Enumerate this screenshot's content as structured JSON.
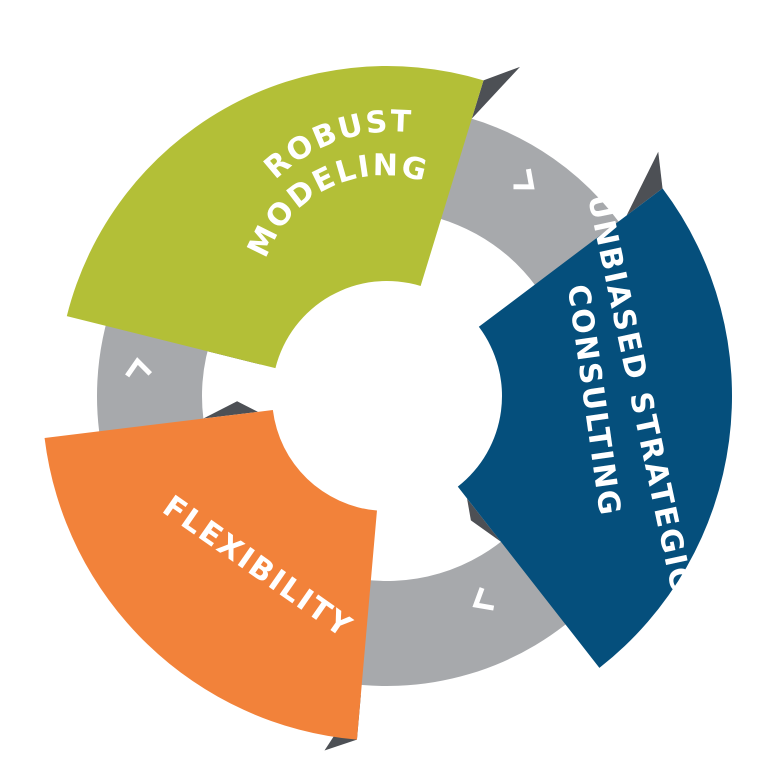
{
  "diagram": {
    "segments": [
      {
        "id": "robust-modeling",
        "lines": [
          "ROBUST",
          "MODELING"
        ],
        "color": "#b3bf37"
      },
      {
        "id": "unbiased-strategic-consulting",
        "lines": [
          "UNBIASED STRATEGIC",
          "CONSULTING"
        ],
        "color": "#054f7c"
      },
      {
        "id": "flexibility",
        "lines": [
          "FLEXIBILITY"
        ],
        "color": "#f2823a"
      }
    ],
    "connector_color": "#a7a9ac",
    "shadow_color": "#4d5055",
    "arrow_icon": "chevron-icon"
  }
}
